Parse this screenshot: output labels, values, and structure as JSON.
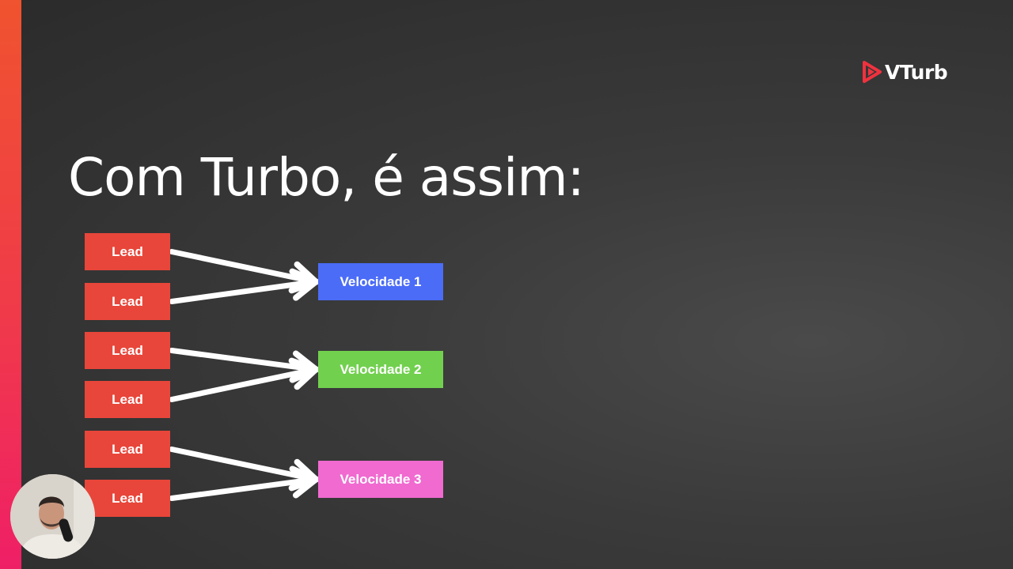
{
  "brand": {
    "name": "VTurb",
    "accent": "#f0323f"
  },
  "slide": {
    "title": "Com Turbo, é assim:"
  },
  "diagram": {
    "leads": [
      {
        "label": "Lead",
        "color": "#e8463a"
      },
      {
        "label": "Lead",
        "color": "#e8463a"
      },
      {
        "label": "Lead",
        "color": "#e8463a"
      },
      {
        "label": "Lead",
        "color": "#e8463a"
      },
      {
        "label": "Lead",
        "color": "#e8463a"
      },
      {
        "label": "Lead",
        "color": "#e8463a"
      }
    ],
    "targets": [
      {
        "label": "Velocidade 1",
        "color": "#4b6cf7"
      },
      {
        "label": "Velocidade 2",
        "color": "#72d04f"
      },
      {
        "label": "Velocidade 3",
        "color": "#f06ad0"
      }
    ],
    "edges": [
      [
        0,
        0
      ],
      [
        1,
        0
      ],
      [
        2,
        1
      ],
      [
        3,
        1
      ],
      [
        4,
        2
      ],
      [
        5,
        2
      ]
    ]
  },
  "presenter": {
    "icon": "presenter-webcam"
  }
}
